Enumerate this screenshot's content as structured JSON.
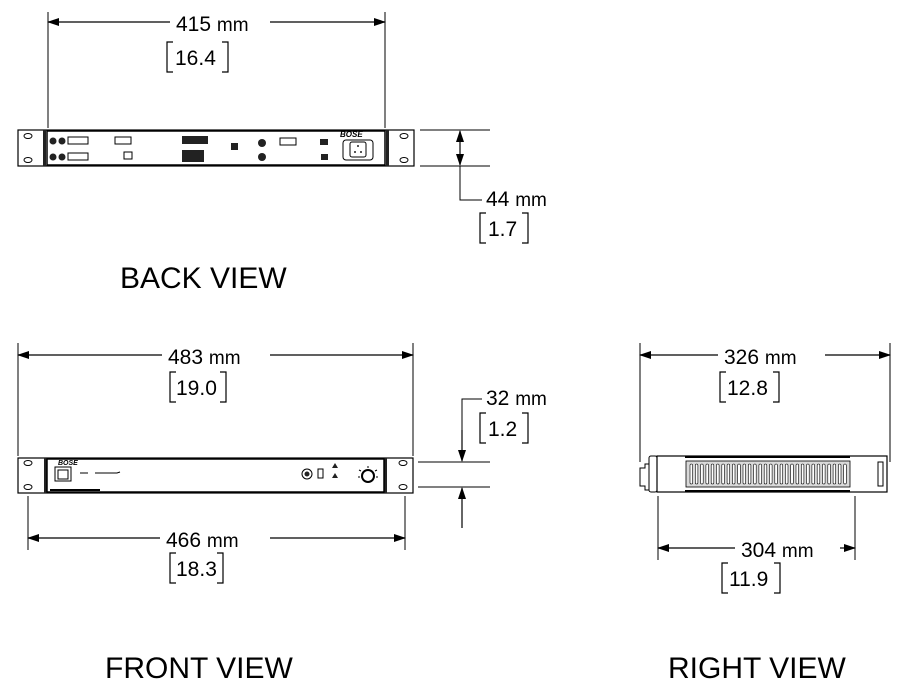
{
  "back_view": {
    "title": "BACK VIEW",
    "width": {
      "value": "415",
      "unit": "mm",
      "inches": "16.4"
    },
    "height": {
      "value": "44",
      "unit": "mm",
      "inches": "1.7"
    },
    "logo": "BOSE"
  },
  "front_view": {
    "title": "FRONT VIEW",
    "overall_width": {
      "value": "483",
      "unit": "mm",
      "inches": "19.0"
    },
    "body_width": {
      "value": "466",
      "unit": "mm",
      "inches": "18.3"
    },
    "height": {
      "value": "32",
      "unit": "mm",
      "inches": "1.2"
    },
    "logo": "BOSE"
  },
  "right_view": {
    "title": "RIGHT VIEW",
    "overall_depth": {
      "value": "326",
      "unit": "mm",
      "inches": "12.8"
    },
    "body_depth": {
      "value": "304",
      "unit": "mm",
      "inches": "11.9"
    }
  }
}
